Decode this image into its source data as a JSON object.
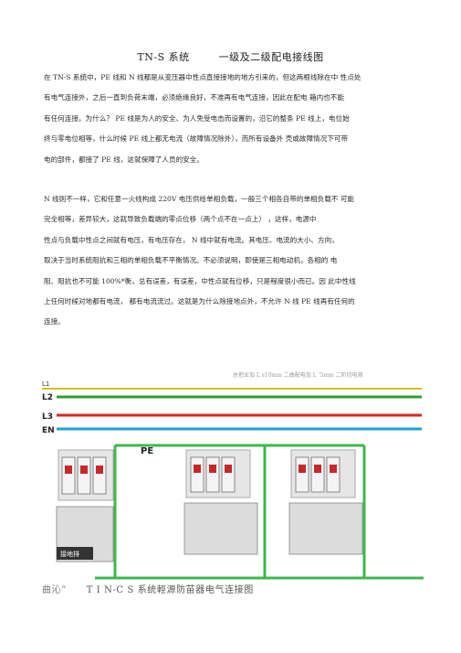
{
  "title": {
    "left": "TN-S 系统",
    "right": "一级及二级配电接线图"
  },
  "para1": [
    "在 TN-S 系统中，PE 线和 N 线都是从变压器中性点直接接地的地方引来的，但这两根线除在中  性点处",
    "有电气连接外，之后一直到负荷末端，必须绝缘良好，不准再有电气连接，因此在配电  箱内也不能",
    "有任何连接。为什么？  PE 线是为人的安全、为人免受电击而设置的，沿它的整条  PE 线上，电位始",
    "终与零电位相等，什么时候  PE 线上都无电流（故障情况除外），而所有设备外  壳或故障情况下可带",
    "电的部件，都接了  PE 线，这就保障了人员的安全。"
  ],
  "para2": [
    "N 线则不一样，它和任意一火线构成 220V 电压供给单相负载，一般三个相各自带的单相负载不  可能",
    "完全相等，差异较大，这就导致负载端的零点位移（两个点不在一点上）            ，这样，电源中",
    "性点与负载中性点之间就有电压，有电压存在，     N 线中就有电流。其电压、电流的大小、方向，",
    "取决于当时系统阻抗和三相的单相负载不平衡情况。不必须说明，即使是三相电动机，各相的  电",
    "阻、阻抗也不可能 100%*衡，总有误差，有误差，中性点就有位移，只是程度很小而已。因  此中性线",
    "上任何时候对地都有电流，   都有电流流过。这就是为什么除接地点外，不允许 N 线 PE  线再有任何的",
    "连接。"
  ],
  "faint_note": "总把业加          L s10mm 二曲配电加 L ’5mm 二阶切电肾",
  "diagram": {
    "l1": "L1",
    "l2": "L2",
    "l3": "L3",
    "en": "EN",
    "pe": "PE",
    "ground_bar": "接地排"
  },
  "caption": {
    "pre": "曲沁”",
    "main": "T I N-C S 系统輕源防苗器电气连接图"
  },
  "colors": {
    "l1": "#d8c020",
    "l2": "#2ca02c",
    "l3": "#d62728",
    "n": "#1f9ed8",
    "pe": "#3cb84a"
  }
}
